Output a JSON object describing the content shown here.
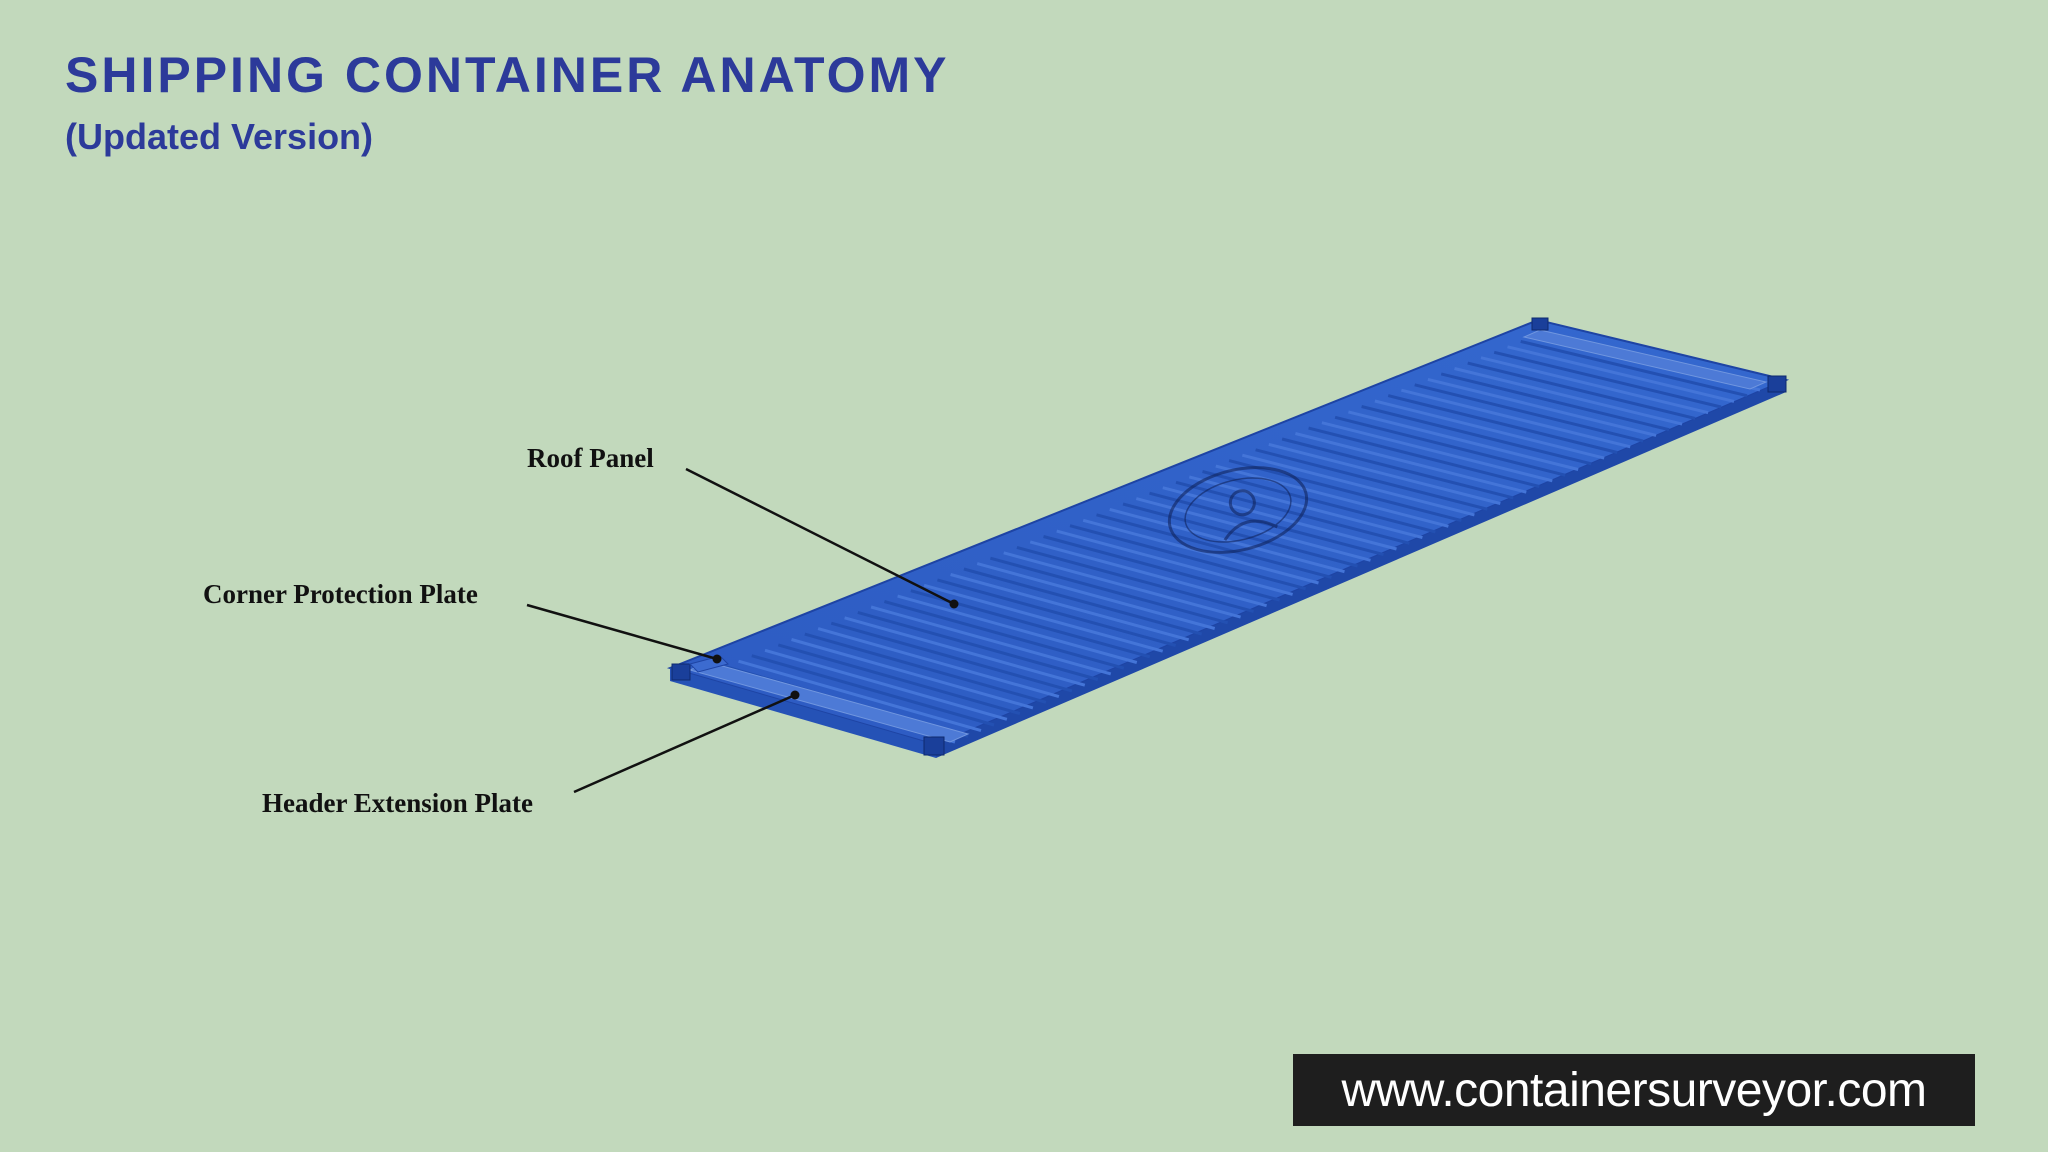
{
  "header": {
    "title": "SHIPPING CONTAINER ANATOMY",
    "subtitle": "(Updated Version)"
  },
  "labels": {
    "roof_panel": "Roof Panel",
    "corner_protection_plate": "Corner Protection Plate",
    "header_extension_plate": "Header Extension Plate"
  },
  "footer": {
    "website": "www.containersurveyor.com"
  },
  "colors": {
    "background": "#c2d9bc",
    "title": "#2c3a9a",
    "container": "#2f5fc4",
    "banner": "#1e1e1e"
  },
  "icons": {
    "logo": "container-surveyor-logo-icon"
  }
}
